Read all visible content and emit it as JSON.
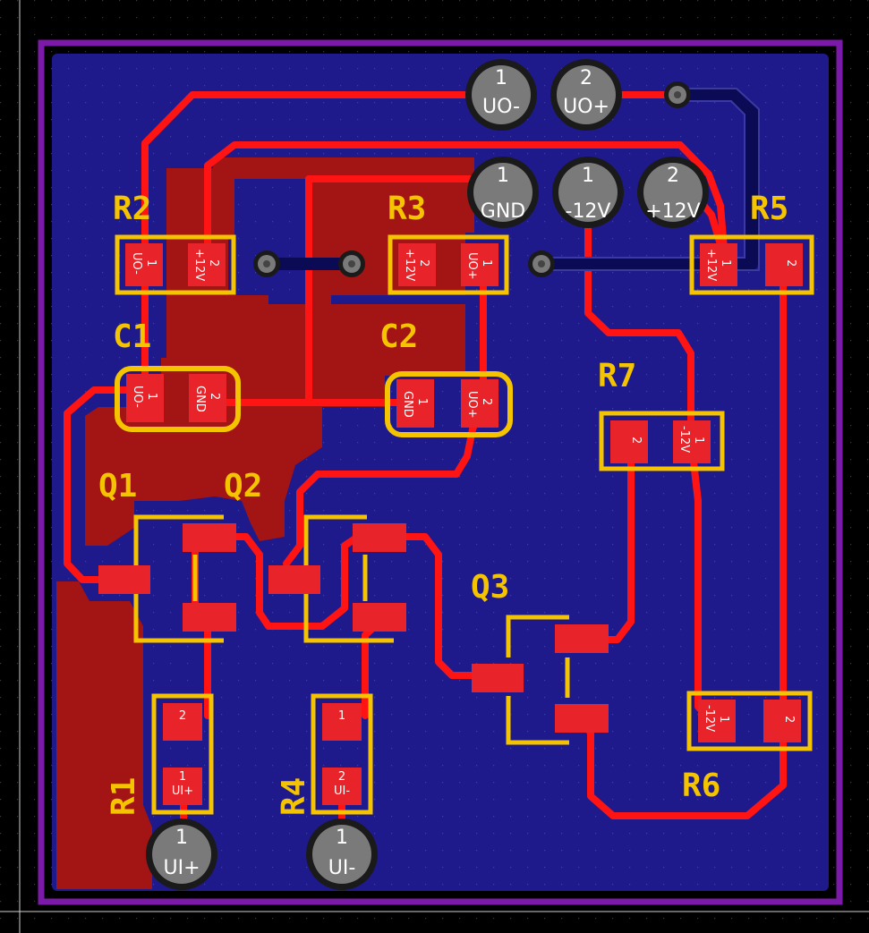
{
  "colors": {
    "background": "#000000",
    "board_outline": "#7b1aa8",
    "copper_pour": "#1f1a8c",
    "trace": "#ff1414",
    "copper_fill": "#a31414",
    "silkscreen": "#f5c400",
    "pad": "#e8242a",
    "th_ring": "#7a7a7a"
  },
  "designators": {
    "R1": "R1",
    "R2": "R2",
    "R3": "R3",
    "R4": "R4",
    "R5": "R5",
    "R6": "R6",
    "R7": "R7",
    "C1": "C1",
    "C2": "C2",
    "Q1": "Q1",
    "Q2": "Q2",
    "Q3": "Q3"
  },
  "connectors": {
    "UO_minus": {
      "pin": "1",
      "net": "UO-"
    },
    "UO_plus": {
      "pin": "2",
      "net": "UO+"
    },
    "GND": {
      "pin": "1",
      "net": "GND"
    },
    "m12V": {
      "pin": "1",
      "net": "-12V"
    },
    "p12V": {
      "pin": "2",
      "net": "+12V"
    },
    "UI_plus": {
      "pin": "1",
      "net": "UI+"
    },
    "UI_minus": {
      "pin": "1",
      "net": "UI-"
    }
  },
  "pads": {
    "R2_1": {
      "pin": "1",
      "net": "UO-"
    },
    "R2_2": {
      "pin": "2",
      "net": "+12V"
    },
    "R3_2": {
      "pin": "2",
      "net": "+12V"
    },
    "R3_1": {
      "pin": "1",
      "net": "UO+"
    },
    "R5_1": {
      "pin": "1",
      "net": "+12V"
    },
    "R5_2": {
      "pin": "2",
      "net": ""
    },
    "C1_1": {
      "pin": "1",
      "net": "UO-"
    },
    "C1_2": {
      "pin": "2",
      "net": "GND"
    },
    "C2_1": {
      "pin": "1",
      "net": "GND"
    },
    "C2_2": {
      "pin": "2",
      "net": "UO+"
    },
    "R7_2": {
      "pin": "2",
      "net": ""
    },
    "R7_1": {
      "pin": "1",
      "net": "-12V"
    },
    "R1_2": {
      "pin": "2",
      "net": ""
    },
    "R1_1": {
      "pin": "1",
      "net": "UI+"
    },
    "R4_1": {
      "pin": "1",
      "net": ""
    },
    "R4_2": {
      "pin": "2",
      "net": "UI-"
    },
    "R6_1": {
      "pin": "1",
      "net": "-12V"
    },
    "R6_2": {
      "pin": "2",
      "net": ""
    }
  }
}
